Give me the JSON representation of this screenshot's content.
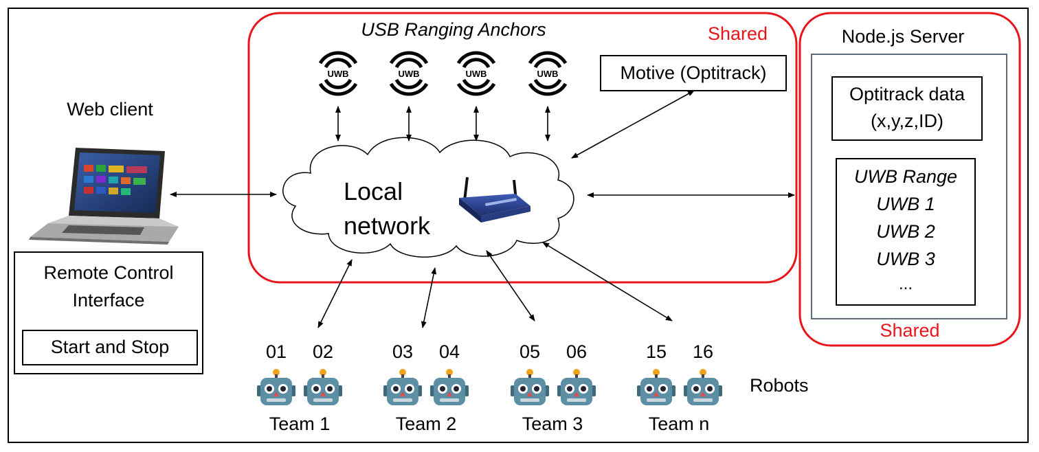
{
  "shared_group": {
    "title": "USB Ranging Anchors",
    "shared_label": "Shared",
    "motive_label": "Motive (Optitrack)",
    "anchors": [
      {
        "label": "UWB"
      },
      {
        "label": "UWB"
      },
      {
        "label": "UWB"
      },
      {
        "label": "UWB"
      }
    ],
    "network_line1": "Local",
    "network_line2": "network"
  },
  "web_client": {
    "label": "Web client",
    "remote_line1": "Remote Control",
    "remote_line2": "Interface",
    "start_stop": "Start and Stop"
  },
  "server": {
    "title": "Node.js Server",
    "optitrack_line1": "Optitrack data",
    "optitrack_line2": "(x,y,z,ID)",
    "uwb_list": [
      "UWB Range",
      "UWB 1",
      "UWB 2",
      "UWB 3",
      "..."
    ],
    "shared_label": "Shared"
  },
  "teams": [
    {
      "name": "Team 1",
      "ids": [
        "01",
        "02"
      ]
    },
    {
      "name": "Team 2",
      "ids": [
        "03",
        "04"
      ]
    },
    {
      "name": "Team 3",
      "ids": [
        "05",
        "06"
      ]
    },
    {
      "name": "Team n",
      "ids": [
        "15",
        "16"
      ]
    }
  ],
  "robots_label": "Robots",
  "colors": {
    "accent_red": "#e8151b",
    "robot_body": "#5c8fa3",
    "antenna": "#f0a21a"
  }
}
